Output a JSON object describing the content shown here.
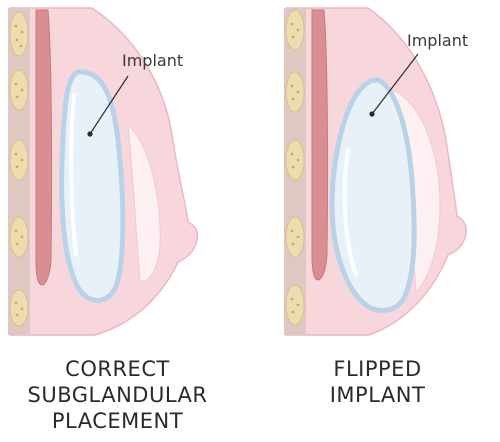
{
  "panels": [
    {
      "callout_label": "Implant",
      "caption": [
        "CORRECT",
        "SUBGLANDULAR",
        "PLACEMENT"
      ]
    },
    {
      "callout_label": "Implant",
      "caption": [
        "FLIPPED",
        "IMPLANT"
      ]
    }
  ],
  "colors": {
    "skin": "#f7d6dc",
    "skin_outline": "#ecb7c1",
    "muscle": "#d98e91",
    "muscle_dark": "#c97a7d",
    "rib": "#ecdcb0",
    "rib_dot": "#cda96a",
    "implant_fill": "#e9f1f8",
    "implant_edge": "#b9d2e8",
    "gland": "#fdf0f3"
  }
}
